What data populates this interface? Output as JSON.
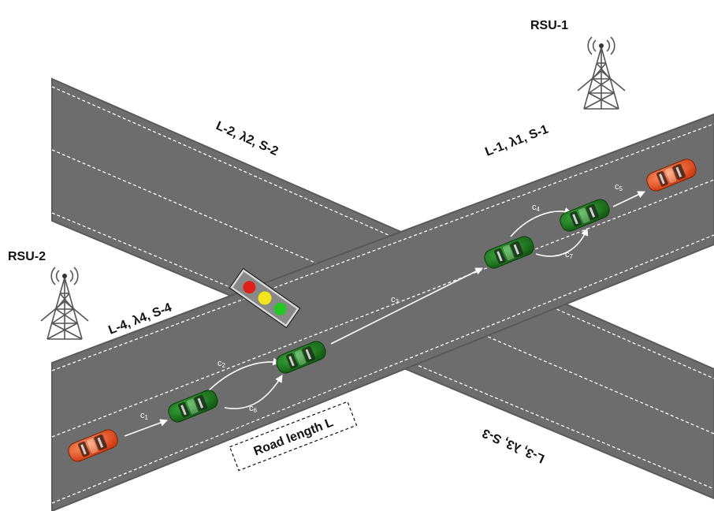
{
  "diagram": {
    "rsu": [
      {
        "id": "rsu-1",
        "label": "RSU-1"
      },
      {
        "id": "rsu-2",
        "label": "RSU-2"
      }
    ],
    "roads": [
      {
        "id": "road-1",
        "label": "L-1, λ1, S-1"
      },
      {
        "id": "road-2",
        "label": "L-2, λ2, S-2"
      },
      {
        "id": "road-3",
        "label": "L-3, λ3, S-3"
      },
      {
        "id": "road-4",
        "label": "L-4, λ4, S-4"
      }
    ],
    "road_length_label": "Road length L",
    "transitions": [
      "c1",
      "c2",
      "c3",
      "c4",
      "c5",
      "c6",
      "c7"
    ],
    "colors": {
      "road": "#6d6d6d",
      "road_edge": "#5a5a5a",
      "lane_line": "#ffffff",
      "red_car": "#e8541c",
      "green_car": "#1f7a1f",
      "tower": "#555555",
      "light_red": "#e0201b",
      "light_yellow": "#f0e61a",
      "light_green": "#22c722"
    },
    "icons": [
      "rsu-tower-icon",
      "traffic-light-icon",
      "car-icon"
    ]
  }
}
